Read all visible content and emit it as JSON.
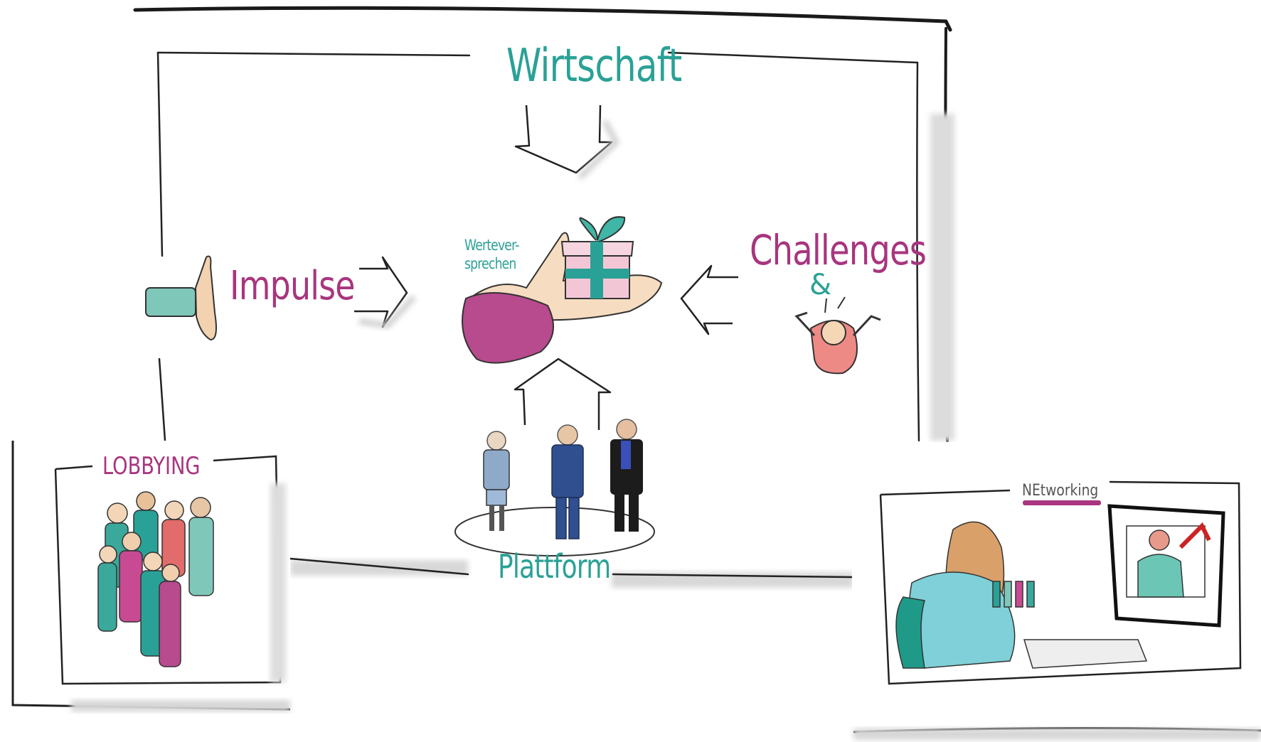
{
  "labels": {
    "top": "Wirtschaft",
    "left": "Impulse",
    "right": "Challenges",
    "right_amp": "&",
    "center_line1": "Wertever-",
    "center_line2": "sprechen",
    "bottom": "Plattform",
    "inset_left": "LOBBYING",
    "inset_right": "NEtworking"
  },
  "colors": {
    "teal": "#2aa196",
    "magenta": "#a8357e",
    "ink": "#222222"
  },
  "icons": [
    "arrow-down-icon",
    "arrow-right-icon",
    "arrow-left-icon",
    "arrow-up-icon",
    "hand-icon",
    "gift-icon",
    "person-cheering-icon",
    "people-group-icon",
    "lab-scientist-icon"
  ]
}
